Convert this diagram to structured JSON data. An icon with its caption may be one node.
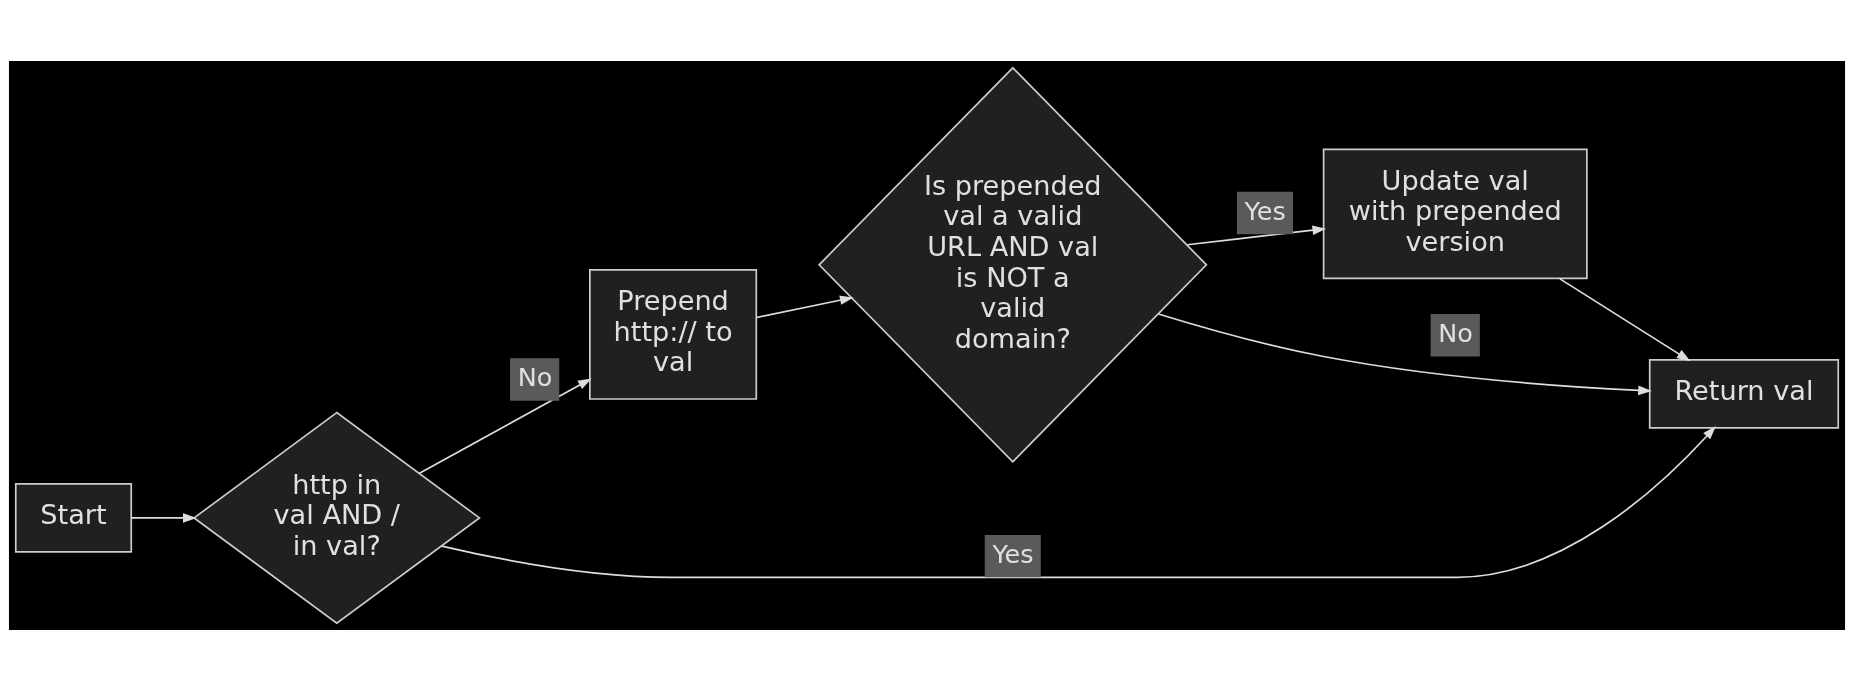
{
  "diagram": {
    "nodes": [
      {
        "text": [
          "Start"
        ]
      },
      {
        "text": [
          "http in val AND / in val?"
        ]
      },
      {
        "text": [
          "Prepend http:// to val"
        ]
      },
      {
        "text": [
          "Is prepended val a valid URL AND val is NOT a valid domain?"
        ]
      },
      {
        "text": [
          "Update val with prepended version"
        ]
      },
      {
        "text": [
          "Return val"
        ]
      }
    ],
    "edges": [
      {
        "from": 0,
        "to": 1,
        "arrow": "to"
      },
      {
        "from": 1,
        "to": 5,
        "arrow": "to",
        "label": "Yes"
      },
      {
        "from": 1,
        "to": 2,
        "arrow": "to",
        "label": "No"
      },
      {
        "from": 2,
        "to": 3,
        "arrow": "to"
      },
      {
        "from": 3,
        "to": 5,
        "arrow": "to",
        "label": "No"
      },
      {
        "from": 3,
        "to": 4,
        "arrow": "to",
        "label": "Yes"
      },
      {
        "from": 4,
        "to": 5,
        "arrow": "to"
      }
    ]
  }
}
